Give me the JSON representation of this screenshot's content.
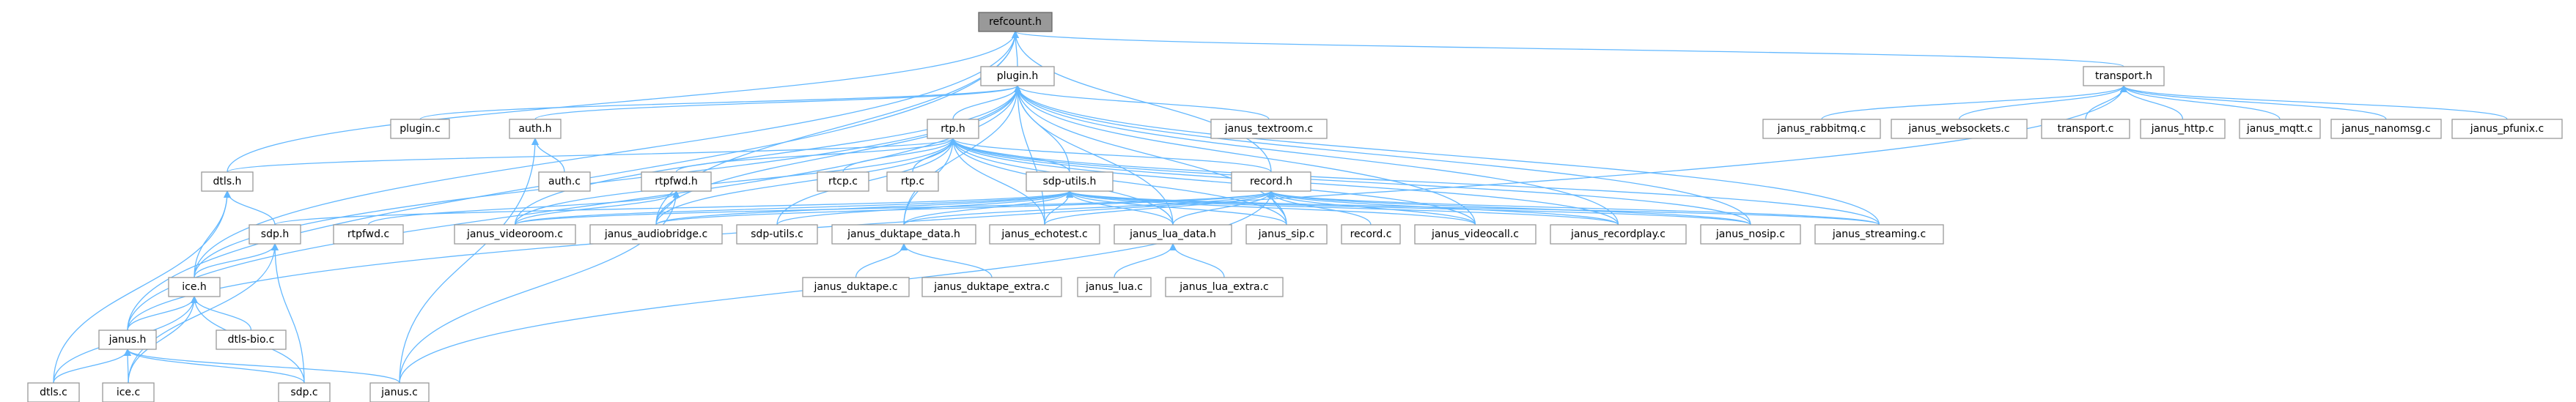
{
  "graph": {
    "root": "refcount.h",
    "edge_color": "#63b8ff",
    "root_fill": "#999999",
    "node_border": "#999999",
    "nodes": [
      {
        "id": "refcount",
        "label": "refcount.h"
      },
      {
        "id": "plugin",
        "label": "plugin.h"
      },
      {
        "id": "transport",
        "label": "transport.h"
      },
      {
        "id": "plugin_c",
        "label": "plugin.c"
      },
      {
        "id": "auth_h",
        "label": "auth.h"
      },
      {
        "id": "rtp_h",
        "label": "rtp.h"
      },
      {
        "id": "janus_textroom",
        "label": "janus_textroom.c"
      },
      {
        "id": "dtls_h",
        "label": "dtls.h"
      },
      {
        "id": "auth_c",
        "label": "auth.c"
      },
      {
        "id": "rtpfwd_h",
        "label": "rtpfwd.h"
      },
      {
        "id": "rtcp_c",
        "label": "rtcp.c"
      },
      {
        "id": "rtp_c",
        "label": "rtp.c"
      },
      {
        "id": "sdp_utils_h",
        "label": "sdp-utils.h"
      },
      {
        "id": "record_h",
        "label": "record.h"
      },
      {
        "id": "sdp_h",
        "label": "sdp.h"
      },
      {
        "id": "rtpfwd_c",
        "label": "rtpfwd.c"
      },
      {
        "id": "janus_videoroom",
        "label": "janus_videoroom.c"
      },
      {
        "id": "janus_audiobridge",
        "label": "janus_audiobridge.c"
      },
      {
        "id": "sdp_utils_c",
        "label": "sdp-utils.c"
      },
      {
        "id": "janus_echotest",
        "label": "janus_echotest.c"
      },
      {
        "id": "janus_lua_data",
        "label": "janus_lua_data.h"
      },
      {
        "id": "janus_sip",
        "label": "janus_sip.c"
      },
      {
        "id": "record_c",
        "label": "record.c"
      },
      {
        "id": "janus_videocall",
        "label": "janus_videocall.c"
      },
      {
        "id": "janus_recordplay",
        "label": "janus_recordplay.c"
      },
      {
        "id": "janus_nosip",
        "label": "janus_nosip.c"
      },
      {
        "id": "janus_streaming",
        "label": "janus_streaming.c"
      },
      {
        "id": "janus_duktape_data",
        "label": "janus_duktape_data.h"
      },
      {
        "id": "janus_duktape",
        "label": "janus_duktape.c"
      },
      {
        "id": "janus_duktape_extra",
        "label": "janus_duktape_extra.c"
      },
      {
        "id": "janus_lua",
        "label": "janus_lua.c"
      },
      {
        "id": "janus_lua_extra",
        "label": "janus_lua_extra.c"
      },
      {
        "id": "ice_h",
        "label": "ice.h"
      },
      {
        "id": "janus_h",
        "label": "janus.h"
      },
      {
        "id": "dtls_bio_c",
        "label": "dtls-bio.c"
      },
      {
        "id": "dtls_c",
        "label": "dtls.c"
      },
      {
        "id": "ice_c",
        "label": "ice.c"
      },
      {
        "id": "sdp_c",
        "label": "sdp.c"
      },
      {
        "id": "janus_c",
        "label": "janus.c"
      },
      {
        "id": "janus_rabbitmq",
        "label": "janus_rabbitmq.c"
      },
      {
        "id": "janus_websockets",
        "label": "janus_websockets.c"
      },
      {
        "id": "transport_c",
        "label": "transport.c"
      },
      {
        "id": "janus_http",
        "label": "janus_http.c"
      },
      {
        "id": "janus_mqtt",
        "label": "janus_mqtt.c"
      },
      {
        "id": "janus_nanomsg",
        "label": "janus_nanomsg.c"
      },
      {
        "id": "janus_pfunix",
        "label": "janus_pfunix.c"
      }
    ],
    "edges": [
      [
        "plugin",
        "refcount"
      ],
      [
        "transport",
        "refcount"
      ],
      [
        "record_h",
        "refcount"
      ],
      [
        "dtls_h",
        "refcount"
      ],
      [
        "ice_h",
        "refcount"
      ],
      [
        "janus_h",
        "refcount"
      ],
      [
        "janus_audiobridge",
        "refcount"
      ],
      [
        "plugin_c",
        "plugin"
      ],
      [
        "auth_h",
        "plugin"
      ],
      [
        "rtp_h",
        "plugin"
      ],
      [
        "janus_textroom",
        "plugin"
      ],
      [
        "ice_h",
        "plugin"
      ],
      [
        "janus_h",
        "plugin"
      ],
      [
        "sdp_utils_h",
        "plugin"
      ],
      [
        "janus_videoroom",
        "plugin"
      ],
      [
        "janus_audiobridge",
        "plugin"
      ],
      [
        "janus_echotest",
        "plugin"
      ],
      [
        "janus_lua_data",
        "plugin"
      ],
      [
        "janus_sip",
        "plugin"
      ],
      [
        "janus_videocall",
        "plugin"
      ],
      [
        "janus_recordplay",
        "plugin"
      ],
      [
        "janus_nosip",
        "plugin"
      ],
      [
        "janus_streaming",
        "plugin"
      ],
      [
        "janus_duktape_data",
        "plugin"
      ],
      [
        "auth_c",
        "auth_h"
      ],
      [
        "janus_c",
        "auth_h"
      ],
      [
        "dtls_h",
        "rtp_h"
      ],
      [
        "rtpfwd_h",
        "rtp_h"
      ],
      [
        "rtcp_c",
        "rtp_h"
      ],
      [
        "rtp_c",
        "rtp_h"
      ],
      [
        "sdp_utils_h",
        "rtp_h"
      ],
      [
        "record_h",
        "rtp_h"
      ],
      [
        "janus_videoroom",
        "rtp_h"
      ],
      [
        "janus_audiobridge",
        "rtp_h"
      ],
      [
        "sdp_utils_c",
        "rtp_h"
      ],
      [
        "janus_echotest",
        "rtp_h"
      ],
      [
        "janus_lua_data",
        "rtp_h"
      ],
      [
        "janus_sip",
        "rtp_h"
      ],
      [
        "janus_videocall",
        "rtp_h"
      ],
      [
        "janus_recordplay",
        "rtp_h"
      ],
      [
        "janus_nosip",
        "rtp_h"
      ],
      [
        "janus_streaming",
        "rtp_h"
      ],
      [
        "janus_duktape_data",
        "rtp_h"
      ],
      [
        "rtpfwd_c",
        "rtpfwd_h"
      ],
      [
        "janus_videoroom",
        "rtpfwd_h"
      ],
      [
        "janus_audiobridge",
        "rtpfwd_h"
      ],
      [
        "janus_c",
        "rtpfwd_h"
      ],
      [
        "sdp_h",
        "sdp_utils_h"
      ],
      [
        "janus_videoroom",
        "sdp_utils_h"
      ],
      [
        "janus_audiobridge",
        "sdp_utils_h"
      ],
      [
        "sdp_utils_c",
        "sdp_utils_h"
      ],
      [
        "janus_echotest",
        "sdp_utils_h"
      ],
      [
        "janus_lua_data",
        "sdp_utils_h"
      ],
      [
        "janus_sip",
        "sdp_utils_h"
      ],
      [
        "janus_videocall",
        "sdp_utils_h"
      ],
      [
        "janus_recordplay",
        "sdp_utils_h"
      ],
      [
        "janus_nosip",
        "sdp_utils_h"
      ],
      [
        "janus_streaming",
        "sdp_utils_h"
      ],
      [
        "janus_duktape_data",
        "sdp_utils_h"
      ],
      [
        "janus_videoroom",
        "record_h"
      ],
      [
        "janus_audiobridge",
        "record_h"
      ],
      [
        "janus_echotest",
        "record_h"
      ],
      [
        "janus_lua_data",
        "record_h"
      ],
      [
        "janus_sip",
        "record_h"
      ],
      [
        "record_c",
        "record_h"
      ],
      [
        "janus_videocall",
        "record_h"
      ],
      [
        "janus_recordplay",
        "record_h"
      ],
      [
        "janus_nosip",
        "record_h"
      ],
      [
        "janus_streaming",
        "record_h"
      ],
      [
        "janus_duktape_data",
        "record_h"
      ],
      [
        "janus_c",
        "record_h"
      ],
      [
        "janus_duktape",
        "janus_duktape_data"
      ],
      [
        "janus_duktape_extra",
        "janus_duktape_data"
      ],
      [
        "janus_lua",
        "janus_lua_data"
      ],
      [
        "janus_lua_extra",
        "janus_lua_data"
      ],
      [
        "sdp_h",
        "dtls_h"
      ],
      [
        "ice_h",
        "dtls_h"
      ],
      [
        "dtls_c",
        "dtls_h"
      ],
      [
        "ice_h",
        "sdp_h"
      ],
      [
        "sdp_c",
        "sdp_h"
      ],
      [
        "ice_c",
        "sdp_h"
      ],
      [
        "janus_h",
        "ice_h"
      ],
      [
        "dtls_bio_c",
        "ice_h"
      ],
      [
        "dtls_c",
        "ice_h"
      ],
      [
        "sdp_c",
        "ice_h"
      ],
      [
        "ice_c",
        "ice_h"
      ],
      [
        "dtls_c",
        "janus_h"
      ],
      [
        "ice_c",
        "janus_h"
      ],
      [
        "sdp_c",
        "janus_h"
      ],
      [
        "janus_c",
        "janus_h"
      ],
      [
        "janus_rabbitmq",
        "transport"
      ],
      [
        "janus_websockets",
        "transport"
      ],
      [
        "transport_c",
        "transport"
      ],
      [
        "janus_http",
        "transport"
      ],
      [
        "janus_mqtt",
        "transport"
      ],
      [
        "janus_nanomsg",
        "transport"
      ],
      [
        "janus_pfunix",
        "transport"
      ],
      [
        "janus_h",
        "transport"
      ]
    ]
  }
}
